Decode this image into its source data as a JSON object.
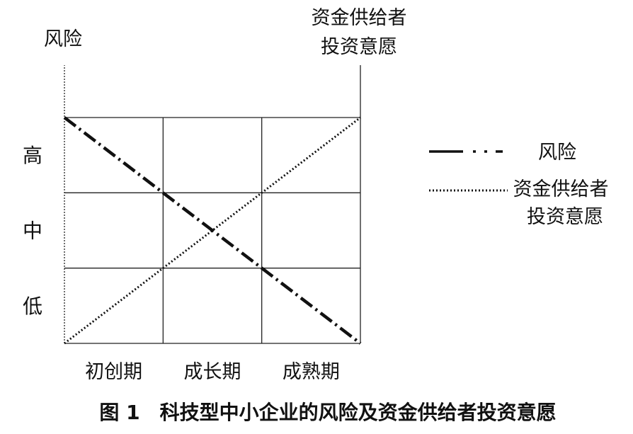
{
  "chart_data": {
    "type": "line",
    "caption": "图 1　科技型中小企业的风险及资金供给者投资意愿",
    "y_axis_left_label": "风险",
    "y_axis_right_label_lines": [
      "资金供给者",
      "投资意愿"
    ],
    "y_levels": [
      "低",
      "中",
      "高"
    ],
    "categories": [
      "初创期",
      "成长期",
      "成熟期"
    ],
    "x_range": [
      0,
      3
    ],
    "y_range": [
      0,
      3
    ],
    "grid": true,
    "legend_position": "right",
    "legend": [
      {
        "label_lines": [
          "风险"
        ],
        "style": "dash-dot"
      },
      {
        "label_lines": [
          "资金供给者",
          "投资意愿"
        ],
        "style": "dotted"
      }
    ],
    "series": [
      {
        "name": "风险",
        "style": "dash-dot",
        "color": "#111111",
        "points": [
          [
            0,
            3
          ],
          [
            3,
            0
          ]
        ]
      },
      {
        "name": "资金供给者投资意愿",
        "style": "dotted",
        "color": "#111111",
        "points": [
          [
            0,
            0
          ],
          [
            3,
            3
          ]
        ]
      }
    ]
  }
}
